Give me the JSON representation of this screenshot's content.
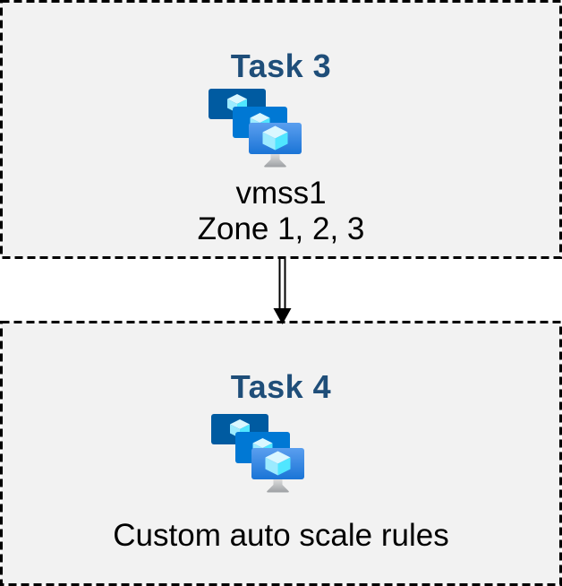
{
  "boxes": [
    {
      "title": "Task 3",
      "icon": "vm-scale-sets",
      "caption_lines": [
        "vmss1",
        "Zone 1, 2, 3"
      ]
    },
    {
      "title": "Task 4",
      "icon": "vm-scale-sets",
      "caption_lines": [
        "Custom auto scale rules"
      ]
    }
  ],
  "connector": {
    "type": "double-line-arrow",
    "direction": "down",
    "from": "Task 3",
    "to": "Task 4"
  },
  "colors": {
    "page_background": "#FFFFFF",
    "box_fill": "#F2F2F2",
    "box_border": "#000000",
    "title_text": "#1F4E79",
    "caption_text": "#000000",
    "arrow": "#000000",
    "monitor_back": "#005BA1",
    "monitor_middle": "#0078D4",
    "monitor_front_gradient_top": "#5B9FEF",
    "monitor_front_gradient_bottom": "#1A74D6",
    "cube_top": "#D9F7FF",
    "cube_left": "#9CEBFF",
    "cube_right": "#50E6FF",
    "stand_gradient_top": "#E9E9E9",
    "stand_gradient_bottom": "#9DA0A3"
  }
}
